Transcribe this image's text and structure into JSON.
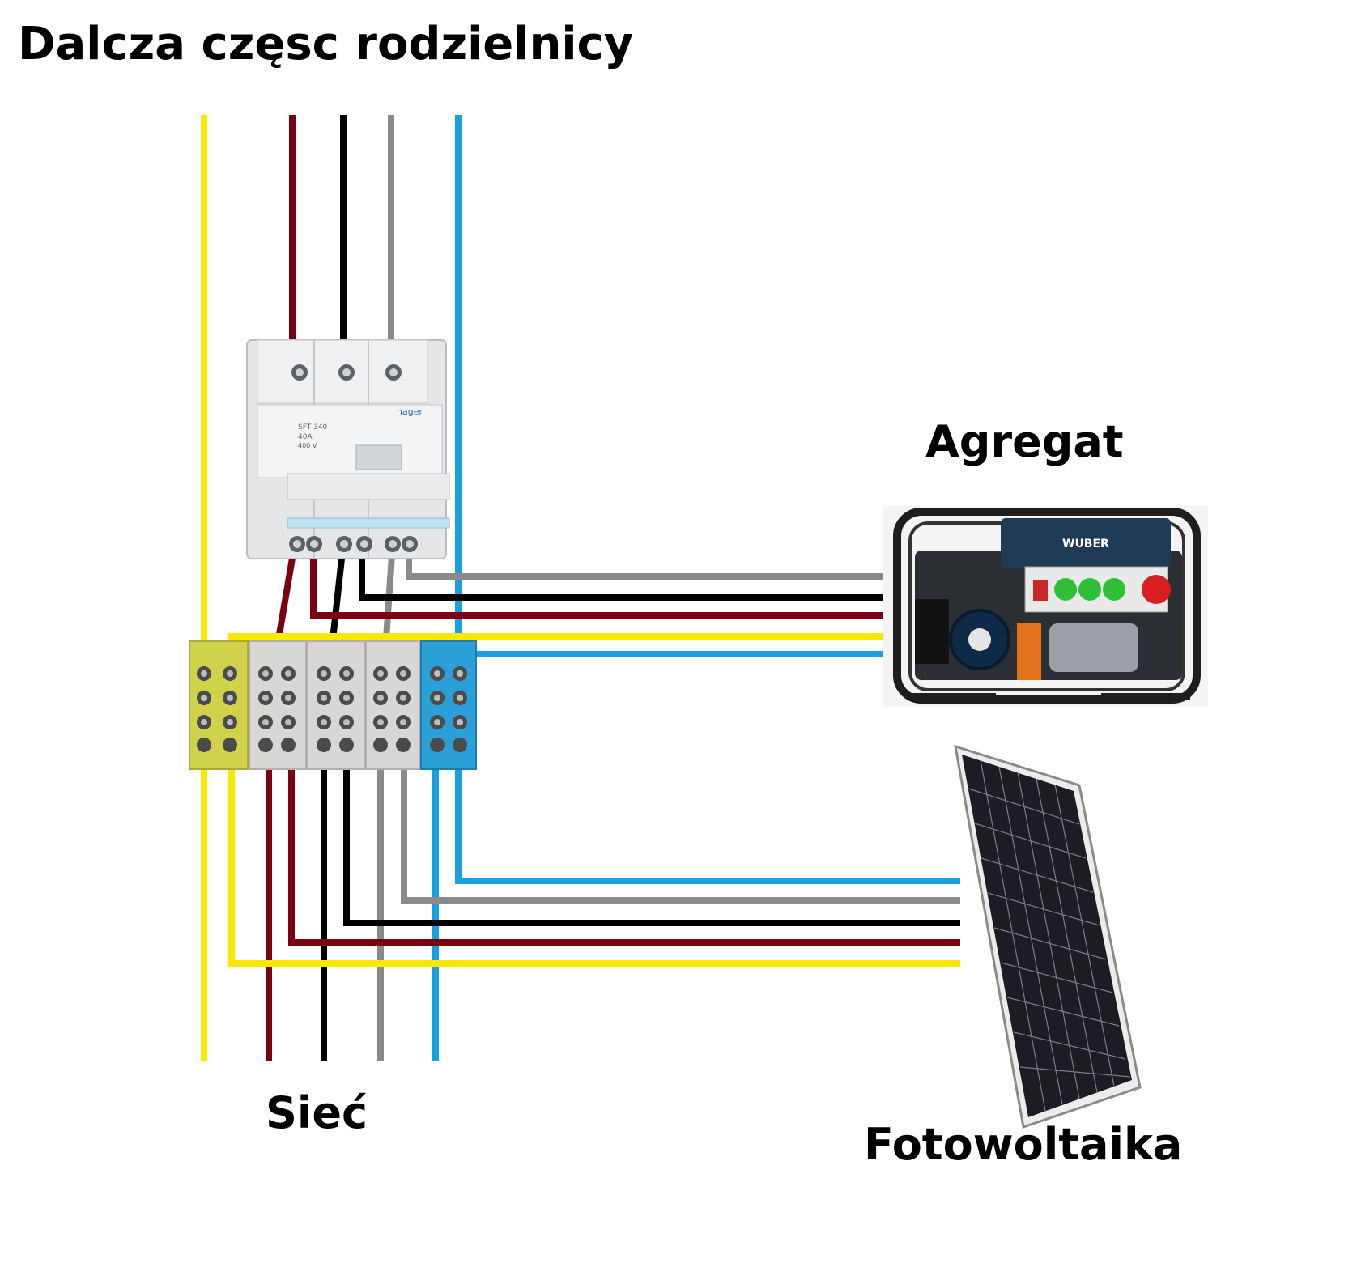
{
  "title": "Dalcza częsc rodzielnicy",
  "labels": {
    "agregat": "Agregat",
    "siec": "Sieć",
    "fotowoltaika": "Fotowoltaika"
  },
  "switch_device": {
    "brand": "hager",
    "model": "SFT 340",
    "rating_current": "40A",
    "rating_voltage": "400 V"
  },
  "generator": {
    "brand": "WUBER"
  },
  "colors": {
    "yellow": "#f7ea00",
    "brown": "#7b0011",
    "black": "#000000",
    "gray": "#8a8a8a",
    "blue": "#1aa0e0",
    "terminal_yellow": "#cfd24a",
    "terminal_gray": "#d9d6d6",
    "terminal_blue": "#2a9fd8"
  }
}
